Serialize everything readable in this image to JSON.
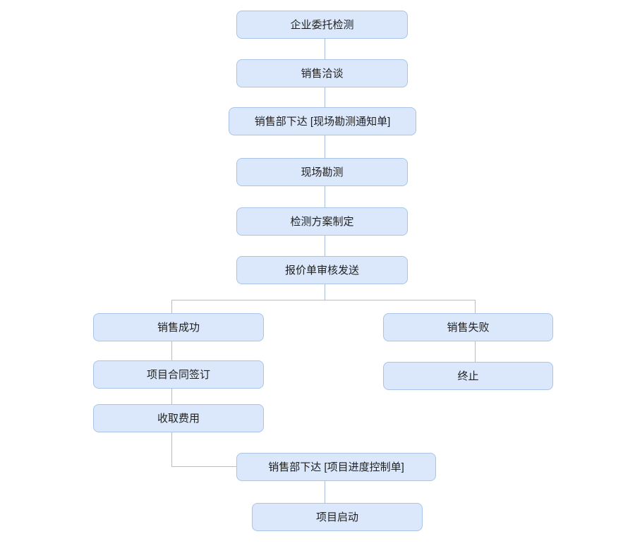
{
  "diagram": {
    "type": "flowchart",
    "colors": {
      "node_fill": "#dbe8fb",
      "node_border": "#a9c4e6",
      "connector": "#abc0da",
      "text": "#1f1f1f",
      "background": "#ffffff"
    },
    "nodes": [
      {
        "label": "企业委托检测"
      },
      {
        "label": "销售洽谈"
      },
      {
        "label": "销售部下达 [现场勘测通知单]"
      },
      {
        "label": "现场勘测"
      },
      {
        "label": "检测方案制定"
      },
      {
        "label": "报价单审核发送"
      },
      {
        "label": "销售成功"
      },
      {
        "label": "销售失败"
      },
      {
        "label": "项目合同签订"
      },
      {
        "label": "终止"
      },
      {
        "label": "收取费用"
      },
      {
        "label": "销售部下达 [项目进度控制单]"
      },
      {
        "label": "项目启动"
      }
    ],
    "edges": [
      {
        "from": "企业委托检测",
        "to": "销售洽谈"
      },
      {
        "from": "销售洽谈",
        "to": "销售部下达 [现场勘测通知单]"
      },
      {
        "from": "销售部下达 [现场勘测通知单]",
        "to": "现场勘测"
      },
      {
        "from": "现场勘测",
        "to": "检测方案制定"
      },
      {
        "from": "检测方案制定",
        "to": "报价单审核发送"
      },
      {
        "from": "报价单审核发送",
        "to": "销售成功"
      },
      {
        "from": "报价单审核发送",
        "to": "销售失败"
      },
      {
        "from": "销售成功",
        "to": "项目合同签订"
      },
      {
        "from": "销售失败",
        "to": "终止"
      },
      {
        "from": "项目合同签订",
        "to": "收取费用"
      },
      {
        "from": "收取费用",
        "to": "销售部下达 [项目进度控制单]"
      },
      {
        "from": "销售部下达 [项目进度控制单]",
        "to": "项目启动"
      }
    ]
  }
}
